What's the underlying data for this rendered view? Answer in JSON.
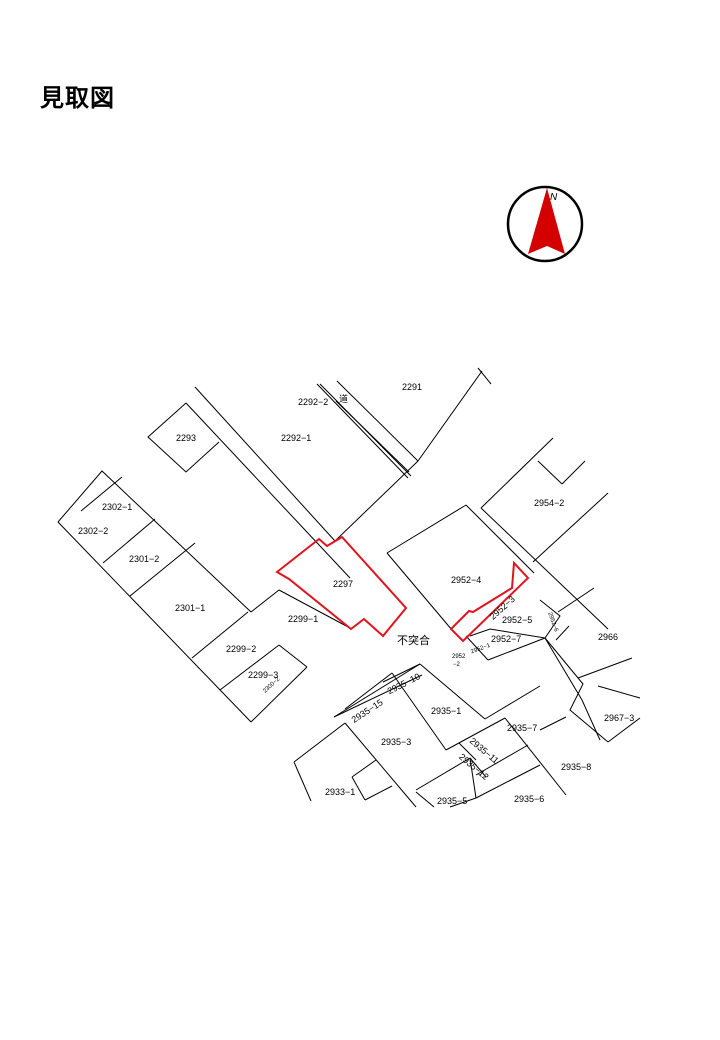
{
  "title": "見取図",
  "compass": {
    "label": "N",
    "arrow_color": "#d40000",
    "ring_color": "#000000"
  },
  "highlight_color": "#e0141e",
  "lots": {
    "l2291": "2291",
    "l2292_2": "2292−2",
    "road": "道",
    "l2293": "2293",
    "l2292_1": "2292−1",
    "l2302_1": "2302−1",
    "l2302_2": "2302−2",
    "l2301_2": "2301−2",
    "l2301_1": "2301−1",
    "l2297": "2297",
    "l2299_1": "2299−1",
    "l2299_2": "2299−2",
    "l2299_3": "2299−3",
    "l2300_2": "2300−2",
    "l2954_2": "2954−2",
    "l2952_4": "2952−4",
    "l2952_3": "2952−3",
    "l2952_5": "2952−5",
    "l2952_7": "2952−7",
    "l2952_6": "2952−6",
    "l2952_1": "2952−1",
    "l2952_2a": "2952",
    "l2952_2b": "−2",
    "l2966": "2966",
    "l2967_3": "2967−3",
    "l2935_15": "2935−15",
    "l2935_10": "2935−10",
    "l2935_1": "2935−1",
    "l2935_3": "2935−3",
    "l2935_7": "2935−7",
    "l2935_11": "2935−11",
    "l2935_12": "2935−12",
    "l2935_8": "2935−8",
    "l2933_1": "2933−1",
    "l2935_5": "2935−5",
    "l2935_6": "2935−6",
    "mismatch": "不突合"
  }
}
